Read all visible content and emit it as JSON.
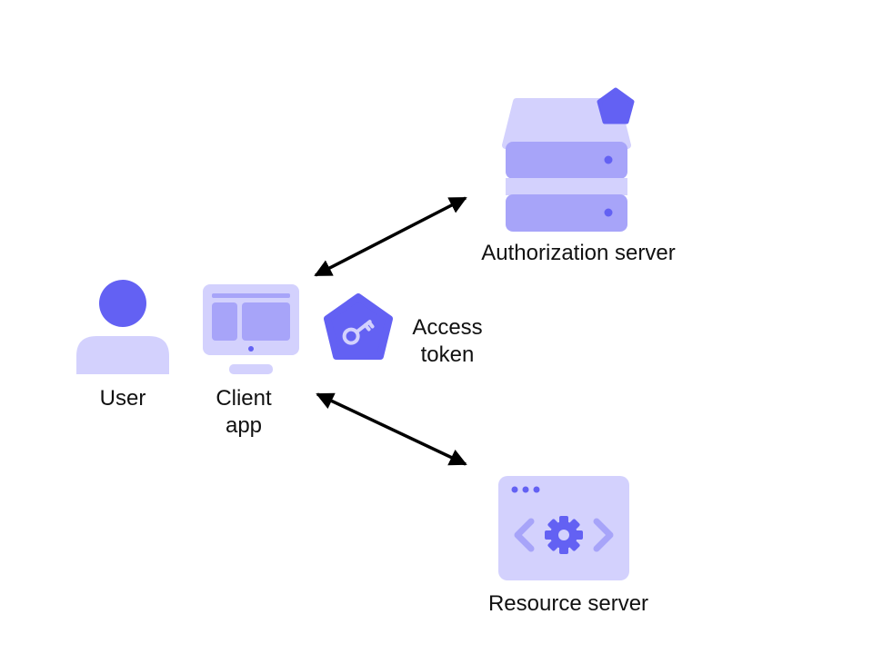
{
  "colors": {
    "accent": "#6361f3",
    "light": "#d3d1fd",
    "mid": "#a7a4f9",
    "arrow": "#000000"
  },
  "nodes": {
    "user": {
      "label": "User",
      "icon": "user-icon"
    },
    "client": {
      "label_line1": "Client",
      "label_line2": "app",
      "icon": "monitor-icon"
    },
    "token": {
      "label_line1": "Access",
      "label_line2": "token",
      "icon": "key-badge-icon"
    },
    "auth_server": {
      "label": "Authorization server",
      "icon": "server-stack-icon"
    },
    "resource_server": {
      "label": "Resource server",
      "icon": "code-gear-window-icon"
    }
  }
}
